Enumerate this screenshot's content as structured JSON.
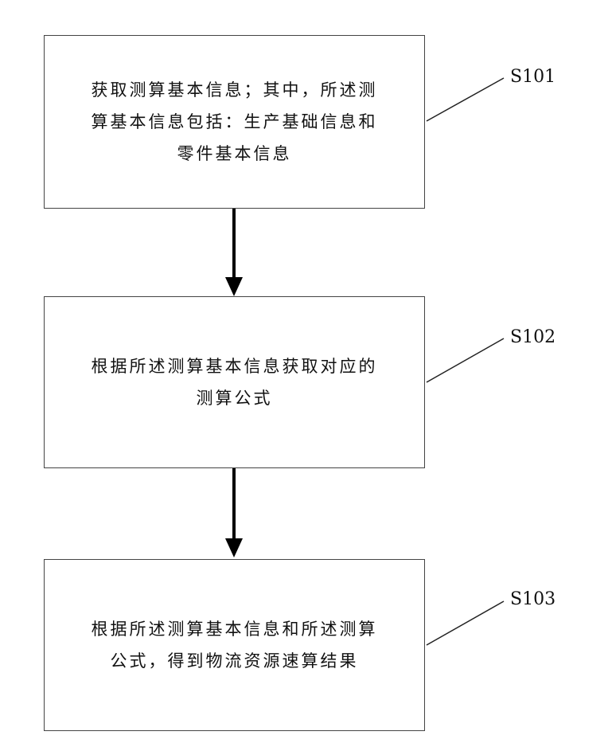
{
  "steps": [
    {
      "id": "S101",
      "text": "获取测算基本信息；其中，所述测\n算基本信息包括：生产基础信息和\n零件基本信息"
    },
    {
      "id": "S102",
      "text": "根据所述测算基本信息获取对应的\n测算公式"
    },
    {
      "id": "S103",
      "text": "根据所述测算基本信息和所述测算\n公式，得到物流资源速算结果"
    }
  ],
  "colors": {
    "line": "#000000",
    "border": "#444444",
    "text": "#111111"
  }
}
